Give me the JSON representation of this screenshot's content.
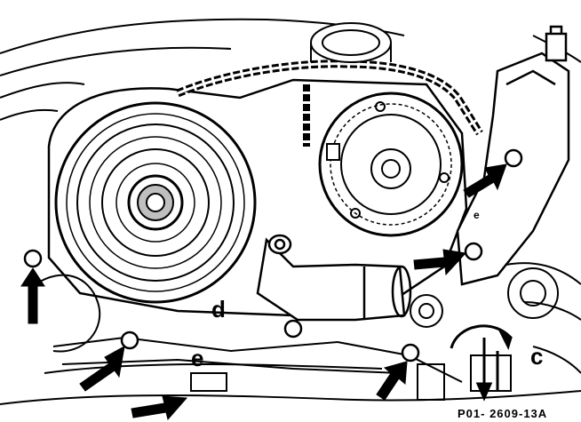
{
  "figure": {
    "labels": {
      "c": "c",
      "d": "d",
      "e_lower": "e",
      "e_small": "e"
    },
    "reference_code": "P01- 2609-13A"
  },
  "colors": {
    "line": "#000000",
    "background": "#ffffff"
  }
}
